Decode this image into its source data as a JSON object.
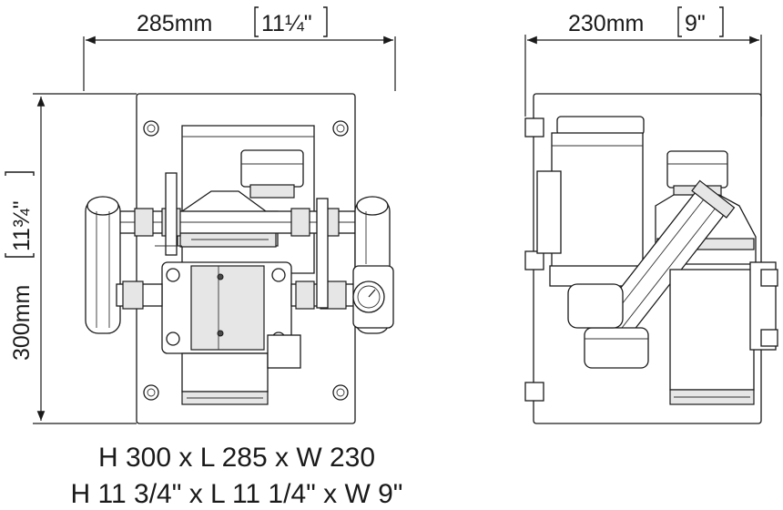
{
  "front_view": {
    "width_dim": {
      "value": "285mm",
      "imperial": "11¼\""
    },
    "height_dim": {
      "value": "300mm",
      "imperial": "11¾\""
    }
  },
  "side_view": {
    "width_dim": {
      "value": "230mm",
      "imperial": "9\""
    }
  },
  "caption": {
    "metric": "H 300 x L 285 x W 230",
    "imperial": "H 11 3/4\" x L 11 1/4\" x W 9\""
  }
}
